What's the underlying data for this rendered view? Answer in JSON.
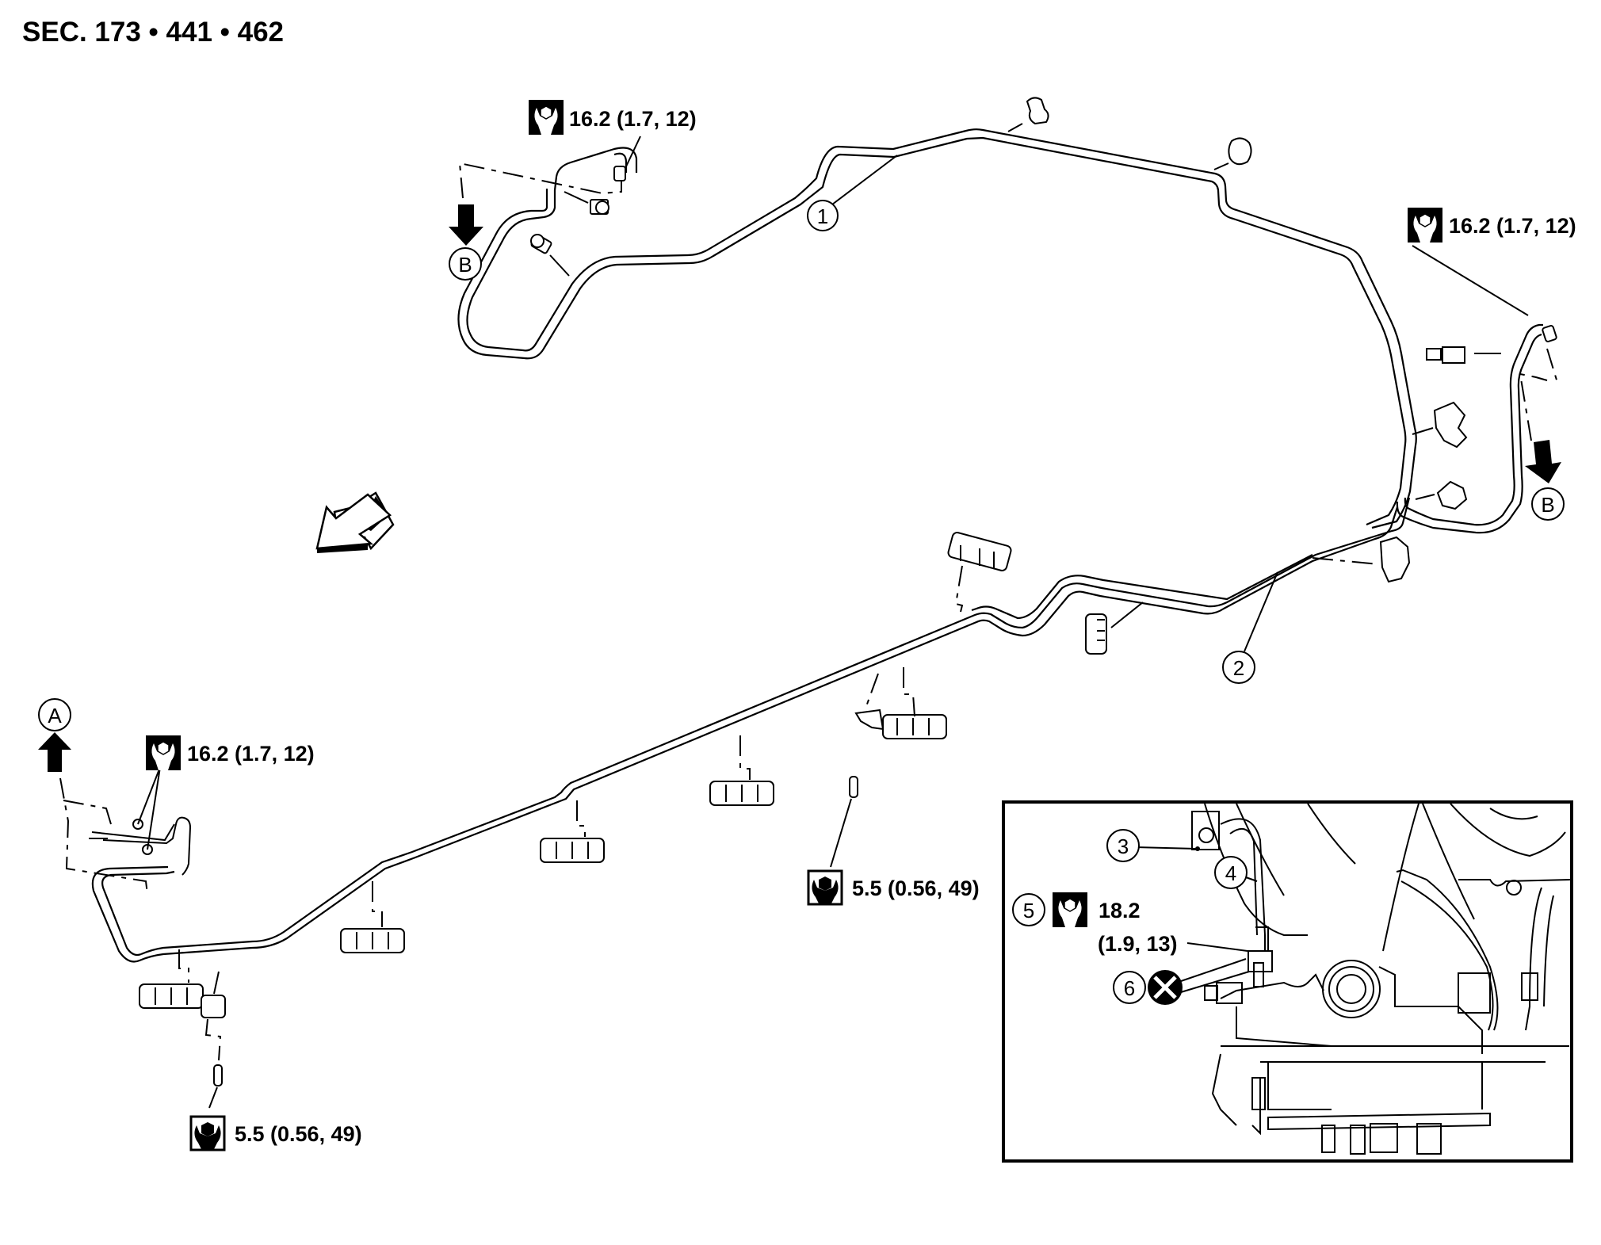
{
  "title": "SEC. 173 • 441 • 462",
  "torque_labels": [
    {
      "id": "top",
      "icon": "wrench-hex-icon",
      "value": "16.2 (1.7, 12)"
    },
    {
      "id": "right",
      "icon": "wrench-hex-icon",
      "value": "16.2 (1.7, 12)"
    },
    {
      "id": "left",
      "icon": "wrench-hex-icon",
      "value": "16.2 (1.7, 12)"
    },
    {
      "id": "bottom-left",
      "icon": "wrench-bolt-icon",
      "value": "5.5 (0.56, 49)"
    },
    {
      "id": "middle",
      "icon": "wrench-bolt-icon",
      "value": "5.5 (0.56, 49)"
    }
  ],
  "callouts": [
    {
      "number": "1"
    },
    {
      "number": "2"
    },
    {
      "number": "3"
    },
    {
      "number": "4"
    },
    {
      "number": "5"
    },
    {
      "number": "6"
    }
  ],
  "connectors": {
    "a": "A",
    "b_left": "B",
    "b_right": "B"
  },
  "inset": {
    "torque_icon": "wrench-hex-icon",
    "torque_value_line1": "18.2",
    "torque_value_line2": "(1.9, 13)",
    "do_not_reuse_icon": "x-circle-icon"
  },
  "front_direction_icon": "front-arrow-icon"
}
